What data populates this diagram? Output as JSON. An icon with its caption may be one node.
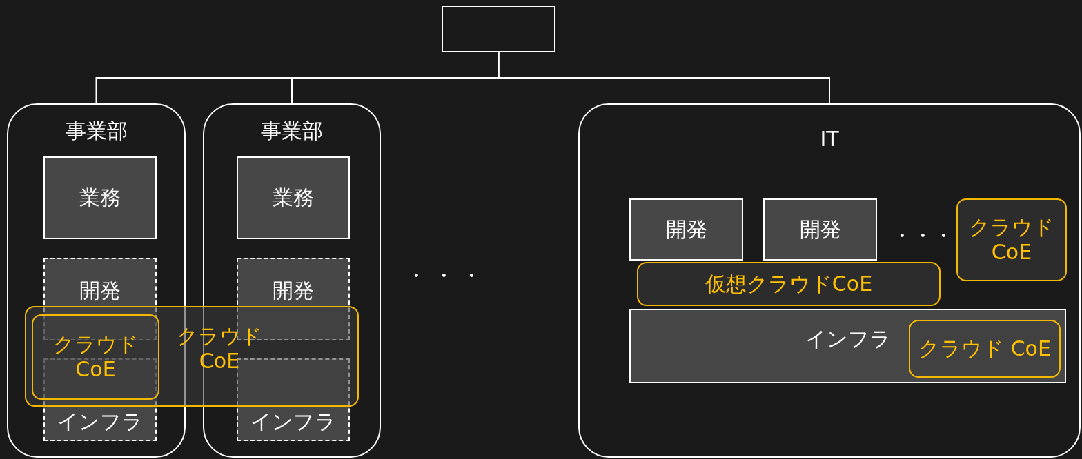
{
  "diagram": {
    "nodes": [
      {
        "text": [],
        "shape": "box"
      },
      {
        "text": [
          "事業部"
        ]
      },
      {
        "text": [
          "業務"
        ],
        "in": 1
      },
      {
        "text": [
          "開発"
        ],
        "in": 1
      },
      {
        "text": [
          "インフラ"
        ],
        "in": 1
      },
      {
        "text": [
          "事業部"
        ]
      },
      {
        "text": [
          "業務"
        ],
        "in": 5
      },
      {
        "text": [
          "開発"
        ],
        "in": 5
      },
      {
        "text": [
          "インフラ"
        ],
        "in": 5
      },
      {
        "text": [
          "クラウド CoE"
        ]
      },
      {
        "text": [
          "クラウド CoE"
        ]
      },
      {
        "text": [
          "IT"
        ]
      },
      {
        "text": [
          "開発"
        ],
        "in": 11
      },
      {
        "text": [
          "開発"
        ],
        "in": 11
      },
      {
        "text": [
          "クラウド CoE"
        ],
        "in": 11
      },
      {
        "text": [
          "仮想クラウドCoE"
        ],
        "in": 11
      },
      {
        "text": [
          "インフラ"
        ],
        "in": 11
      },
      {
        "text": [
          "クラウド CoE"
        ],
        "in": 16
      }
    ],
    "edges": [
      {
        "from": 0,
        "to": 1,
        "arrow": "none"
      },
      {
        "from": 0,
        "to": 5,
        "arrow": "none"
      },
      {
        "from": 0,
        "to": 11,
        "arrow": "none"
      }
    ],
    "labels": [
      "・・・",
      "・・・"
    ]
  }
}
